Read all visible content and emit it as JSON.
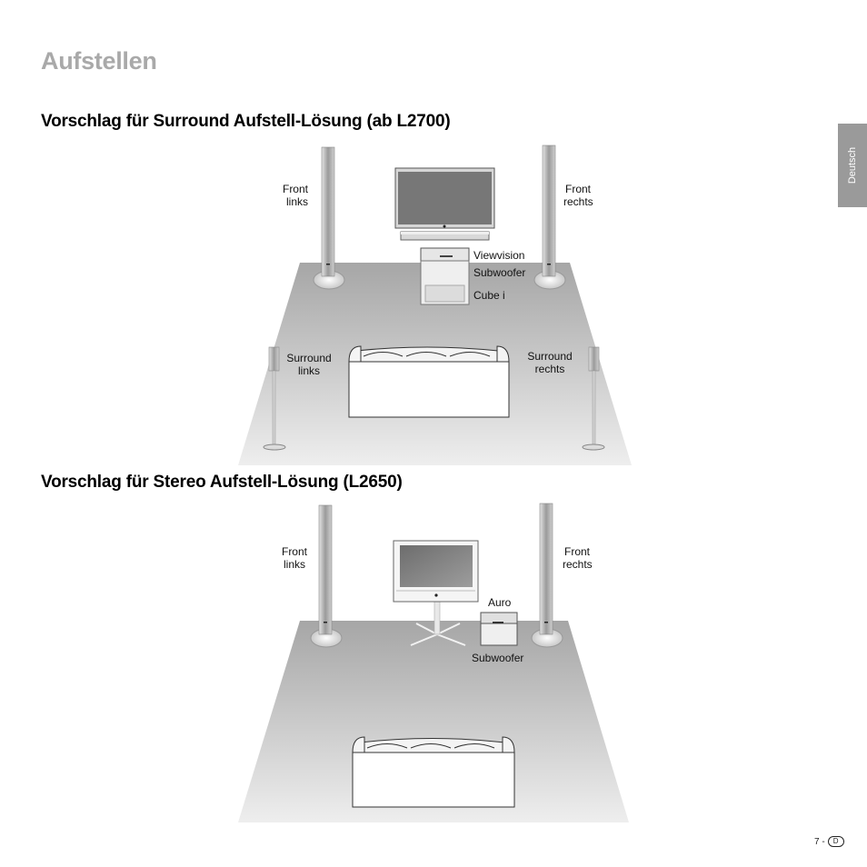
{
  "page": {
    "title": "Aufstellen",
    "language_tab": "Deutsch",
    "page_number": "7 -",
    "page_number_badge": "D"
  },
  "section_surround": {
    "heading": "Vorschlag für Surround Aufstell-Lösung (ab L2700)",
    "labels": {
      "front_left_1": "Front",
      "front_left_2": "links",
      "front_right_1": "Front",
      "front_right_2": "rechts",
      "viewvision": "Viewvision",
      "subwoofer": "Subwoofer",
      "cube": "Cube i",
      "surround_left_1": "Surround",
      "surround_left_2": "links",
      "surround_right_1": "Surround",
      "surround_right_2": "rechts"
    }
  },
  "section_stereo": {
    "heading": "Vorschlag für Stereo Aufstell-Lösung (L2650)",
    "labels": {
      "front_left_1": "Front",
      "front_left_2": "links",
      "front_right_1": "Front",
      "front_right_2": "rechts",
      "auro": "Auro",
      "subwoofer": "Subwoofer"
    }
  }
}
